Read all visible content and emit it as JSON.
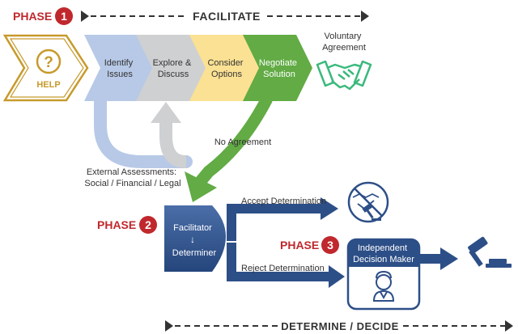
{
  "top_phase": {
    "label": "PHASE",
    "number": "1",
    "heading": "FACILITATE"
  },
  "help": {
    "symbol": "?",
    "label": "HELP"
  },
  "steps": [
    {
      "line1": "Identify",
      "line2": "Issues"
    },
    {
      "line1": "Explore &",
      "line2": "Discuss"
    },
    {
      "line1": "Consider",
      "line2": "Options"
    },
    {
      "line1": "Negotiate",
      "line2": "Solution"
    }
  ],
  "voluntary": {
    "line1": "Voluntary",
    "line2": "Agreement"
  },
  "no_agreement": "No Agreement",
  "external": {
    "line1": "External Assessments:",
    "line2": "Social / Financial / Legal"
  },
  "phase2": {
    "label": "PHASE",
    "number": "2"
  },
  "facilitator": {
    "top": "Facilitator",
    "arrow": "↓",
    "bottom": "Determiner"
  },
  "accept": "Accept Determination",
  "reject": "Reject Determination",
  "phase3": {
    "label": "PHASE",
    "number": "3"
  },
  "decision_maker": {
    "line1": "Independent",
    "line2": "Decision Maker"
  },
  "bottom_heading": "DETERMINE / DECIDE",
  "colors": {
    "red": "#c0282d",
    "blue_light": "#b7c9e6",
    "gray": "#cfd0d2",
    "yellow": "#fbe193",
    "green": "#62ab45",
    "navy": "#2d4f87",
    "gold": "#c79a2c",
    "teal": "#3bb97c",
    "gray_text": "#58595b"
  }
}
